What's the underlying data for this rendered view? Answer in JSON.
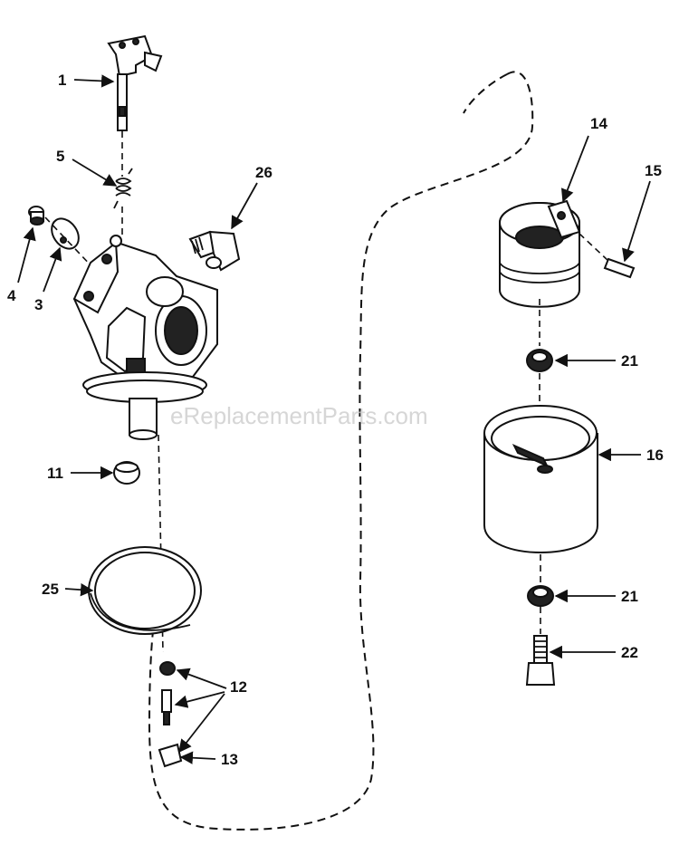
{
  "watermark": "eReplacementParts.com",
  "callouts": [
    {
      "id": "1",
      "label": "1"
    },
    {
      "id": "5",
      "label": "5"
    },
    {
      "id": "26",
      "label": "26"
    },
    {
      "id": "4",
      "label": "4"
    },
    {
      "id": "3",
      "label": "3"
    },
    {
      "id": "11",
      "label": "11"
    },
    {
      "id": "25",
      "label": "25"
    },
    {
      "id": "12",
      "label": "12"
    },
    {
      "id": "13",
      "label": "13"
    },
    {
      "id": "14",
      "label": "14"
    },
    {
      "id": "15",
      "label": "15"
    },
    {
      "id": "21a",
      "label": "21"
    },
    {
      "id": "16",
      "label": "16"
    },
    {
      "id": "21b",
      "label": "21"
    },
    {
      "id": "22",
      "label": "22"
    }
  ],
  "arrow_color": "#111111"
}
